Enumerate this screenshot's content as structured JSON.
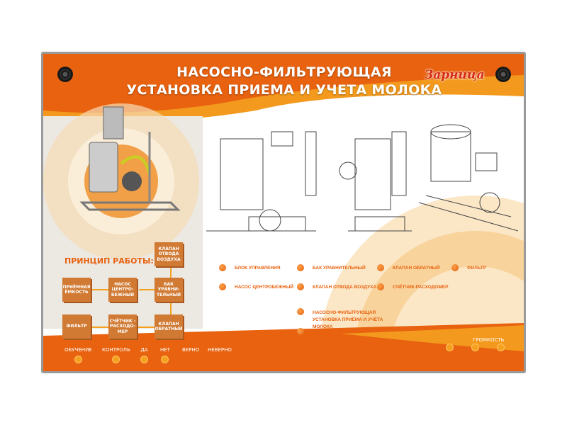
{
  "title": {
    "line1": "НАСОСНО-ФИЛЬТРУЮЩАЯ",
    "line2": "УСТАНОВКА ПРИЕМА И УЧЕТА МОЛОКА"
  },
  "logo": "Зарница",
  "principle": {
    "heading": "ПРИНЦИП РАБОТЫ:",
    "boxes": [
      "ПРИЁМНАЯ ЁМКОСТЬ",
      "НАСОС ЦЕНТРО-БЕЖНЫЙ",
      "БАК УРАВНИ-ТЕЛЬНЫЙ",
      "КЛАПАН ОТВОДА ВОЗДУХА",
      "КЛАПАН ОБРАТНЫЙ",
      "СЧЁТЧИК - РАСХОДО-МЕР",
      "ФИЛЬТР"
    ]
  },
  "legend": [
    "БЛОК УПРАВЛЕНИЯ",
    "БАК УРАВНИТЕЛЬНЫЙ",
    "КЛАПАН ОБРАТНЫЙ",
    "ФИЛЬТР",
    "НАСОС ЦЕНТРОБЕЖНЫЙ",
    "КЛАПАН ОТВОДА ВОЗДУХА",
    "СЧЁТЧИК-РАСХОДОМЕР",
    "НАСОСНО-ФИЛЬТРУЮЩАЯ УСТАНОВКА ПРИЁМА И УЧЁТА МОЛОКА",
    "ПРИНЦИП РАБОТЫ"
  ],
  "controls": [
    "ОБУЧЕНИЕ",
    "КОНТРОЛЬ",
    "ДА",
    "НЕТ",
    "ВЕРНО",
    "НЕВЕРНО"
  ],
  "volume": "ГРОМКОСТЬ",
  "colors": {
    "orange": "#e8620f",
    "accent": "#f39a1e"
  }
}
